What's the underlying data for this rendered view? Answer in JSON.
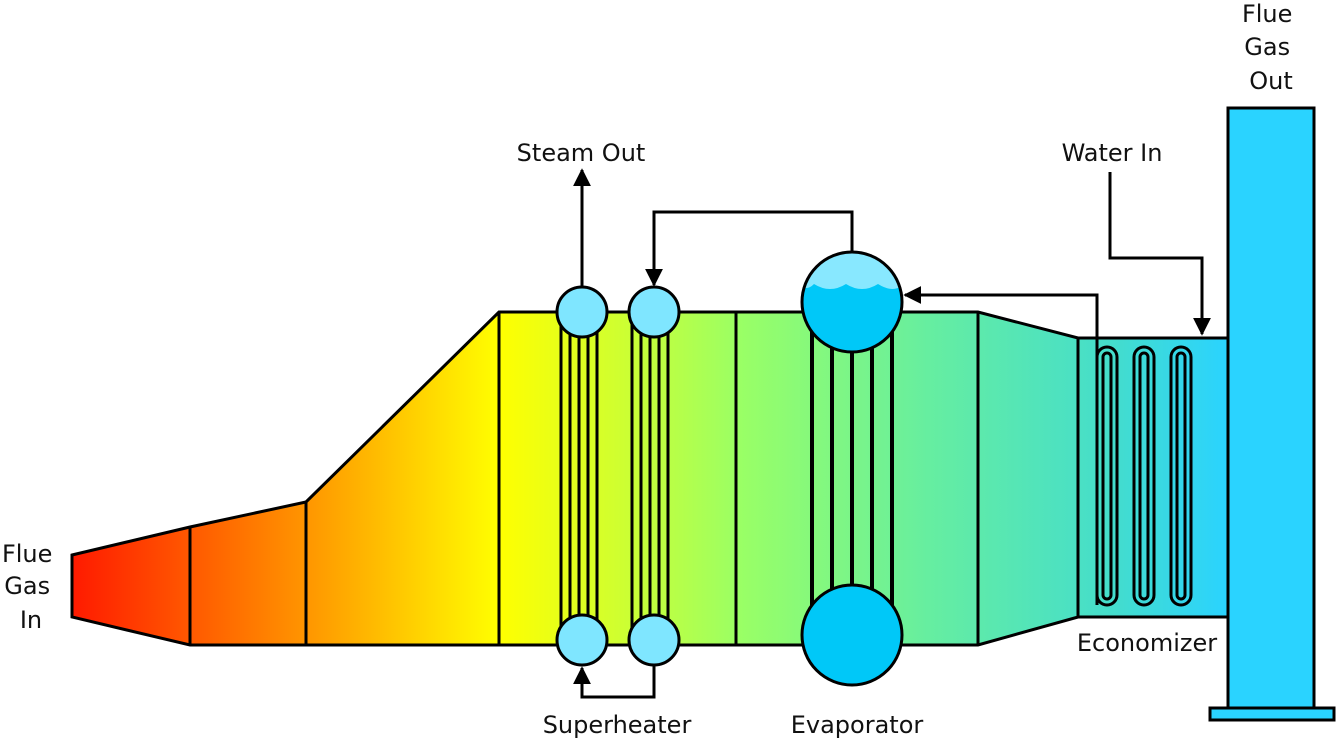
{
  "labels": {
    "flue_gas_in": [
      "Flue",
      "Gas",
      "In"
    ],
    "flue_gas_out": [
      "Flue",
      "Gas",
      "Out"
    ],
    "steam_out": "Steam Out",
    "water_in": "Water In",
    "superheater": "Superheater",
    "evaporator": "Evaporator",
    "economizer": "Economizer"
  },
  "colors": {
    "hot": "#ff1a00",
    "orange": "#ff9a00",
    "yellow": "#ffff00",
    "yellow_green": "#ccff33",
    "green": "#99ff66",
    "mint": "#66eea0",
    "teal": "#44ddcc",
    "stack_blue": "#2ad3ff",
    "drum_blue": "#00c8f8",
    "header_blue": "#7fe6ff",
    "water_light": "#88e8ff",
    "outline": "#000000"
  },
  "icons": {
    "superheater_headers": "circle",
    "evaporator_drums": "circle",
    "economizer_coils": "serpentine-tube",
    "flow_arrows": "arrow"
  }
}
